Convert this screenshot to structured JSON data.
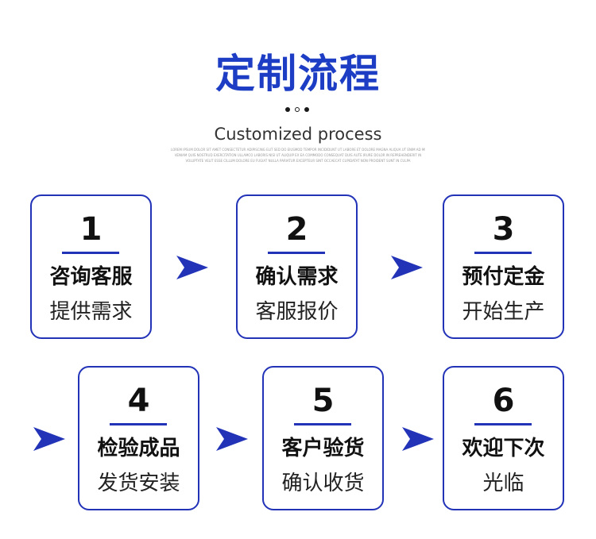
{
  "header": {
    "title": "定制流程",
    "subtitle": "Customized process",
    "fine_print": [
      "LOREM IPSUM DOLOR SIT AMET CONSECTETUR ADIPISCING ELIT SED DO EIUSMOD TEMPOR INCIDIDUNT UT LABORE ET DOLORE MAGNA ALIQUA UT ENIM AD MINIM",
      "VENIAM QUIS NOSTRUD EXERCITATION ULLAMCO LABORIS NISI UT ALIQUIP EX EA COMMODO CONSEQUAT DUIS AUTE IRURE DOLOR IN REPREHENDERIT IN",
      "VOLUPTATE VELIT ESSE CILLUM DOLORE EU FUGIAT NULLA PARIATUR EXCEPTEUR SINT OCCAECAT CUPIDATAT NON PROIDENT SUNT IN CULPA"
    ]
  },
  "steps": [
    {
      "number": "1",
      "line1": "咨询客服",
      "line2": "提供需求"
    },
    {
      "number": "2",
      "line1": "确认需求",
      "line2": "客服报价"
    },
    {
      "number": "3",
      "line1": "预付定金",
      "line2": "开始生产"
    },
    {
      "number": "4",
      "line1": "检验成品",
      "line2": "发货安装"
    },
    {
      "number": "5",
      "line1": "客户验货",
      "line2": "确认收货"
    },
    {
      "number": "6",
      "line1": "欢迎下次",
      "line2": "光临"
    }
  ],
  "colors": {
    "accent": "#2233b8",
    "title": "#1d3ec4"
  },
  "icons": [
    "arrow-right-icon"
  ]
}
